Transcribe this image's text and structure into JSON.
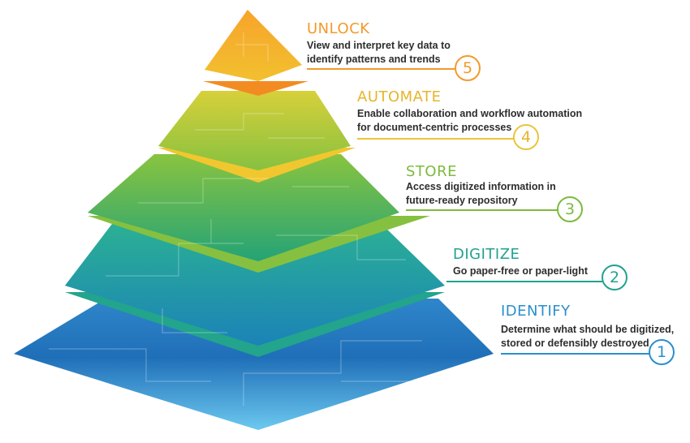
{
  "tiers": [
    {
      "number": "5",
      "title": "UNLOCK",
      "desc_line1": "View and interpret key data to",
      "desc_line2": "identify patterns and trends",
      "color": "#f39a2b"
    },
    {
      "number": "4",
      "title": "AUTOMATE",
      "desc_line1": "Enable collaboration and workflow automation",
      "desc_line2": "for document-centric processes",
      "color": "#e9c53a"
    },
    {
      "number": "3",
      "title": "STORE",
      "desc_line1": "Access digitized information in",
      "desc_line2": "future-ready repository",
      "color": "#7dba3e"
    },
    {
      "number": "2",
      "title": "DIGITIZE",
      "desc_line1": "Go paper-free or paper-light",
      "desc_line2": "",
      "color": "#21a28f"
    },
    {
      "number": "1",
      "title": "IDENTIFY",
      "desc_line1": "Determine what should be digitized,",
      "desc_line2": "stored or defensibly destroyed",
      "color": "#2b8fcd"
    }
  ]
}
